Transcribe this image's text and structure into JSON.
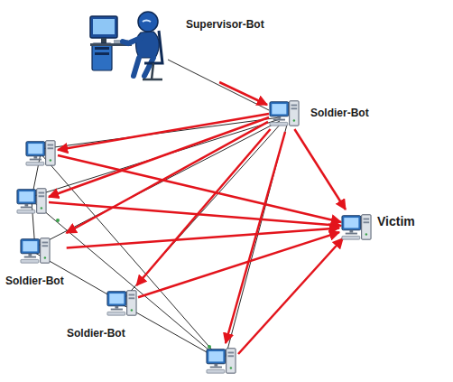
{
  "diagram": {
    "nodes": [
      {
        "text": [
          "Supervisor-Bot"
        ]
      },
      {
        "text": [
          "Soldier-Bot"
        ]
      },
      {
        "text": [
          "Soldier-Bot"
        ]
      },
      {
        "text": [
          "Soldier-Bot"
        ]
      },
      {
        "text": [
          "Victim"
        ]
      }
    ],
    "edges": [
      {
        "from": 0,
        "to": 1,
        "arrow": "to"
      },
      {
        "from": 1,
        "to": 2,
        "arrow": "to"
      },
      {
        "from": 1,
        "to": 3,
        "arrow": "to"
      },
      {
        "from": 1,
        "to": 4,
        "arrow": "to"
      },
      {
        "from": 2,
        "to": 4,
        "arrow": "to"
      },
      {
        "from": 3,
        "to": 4,
        "arrow": "to"
      }
    ]
  }
}
